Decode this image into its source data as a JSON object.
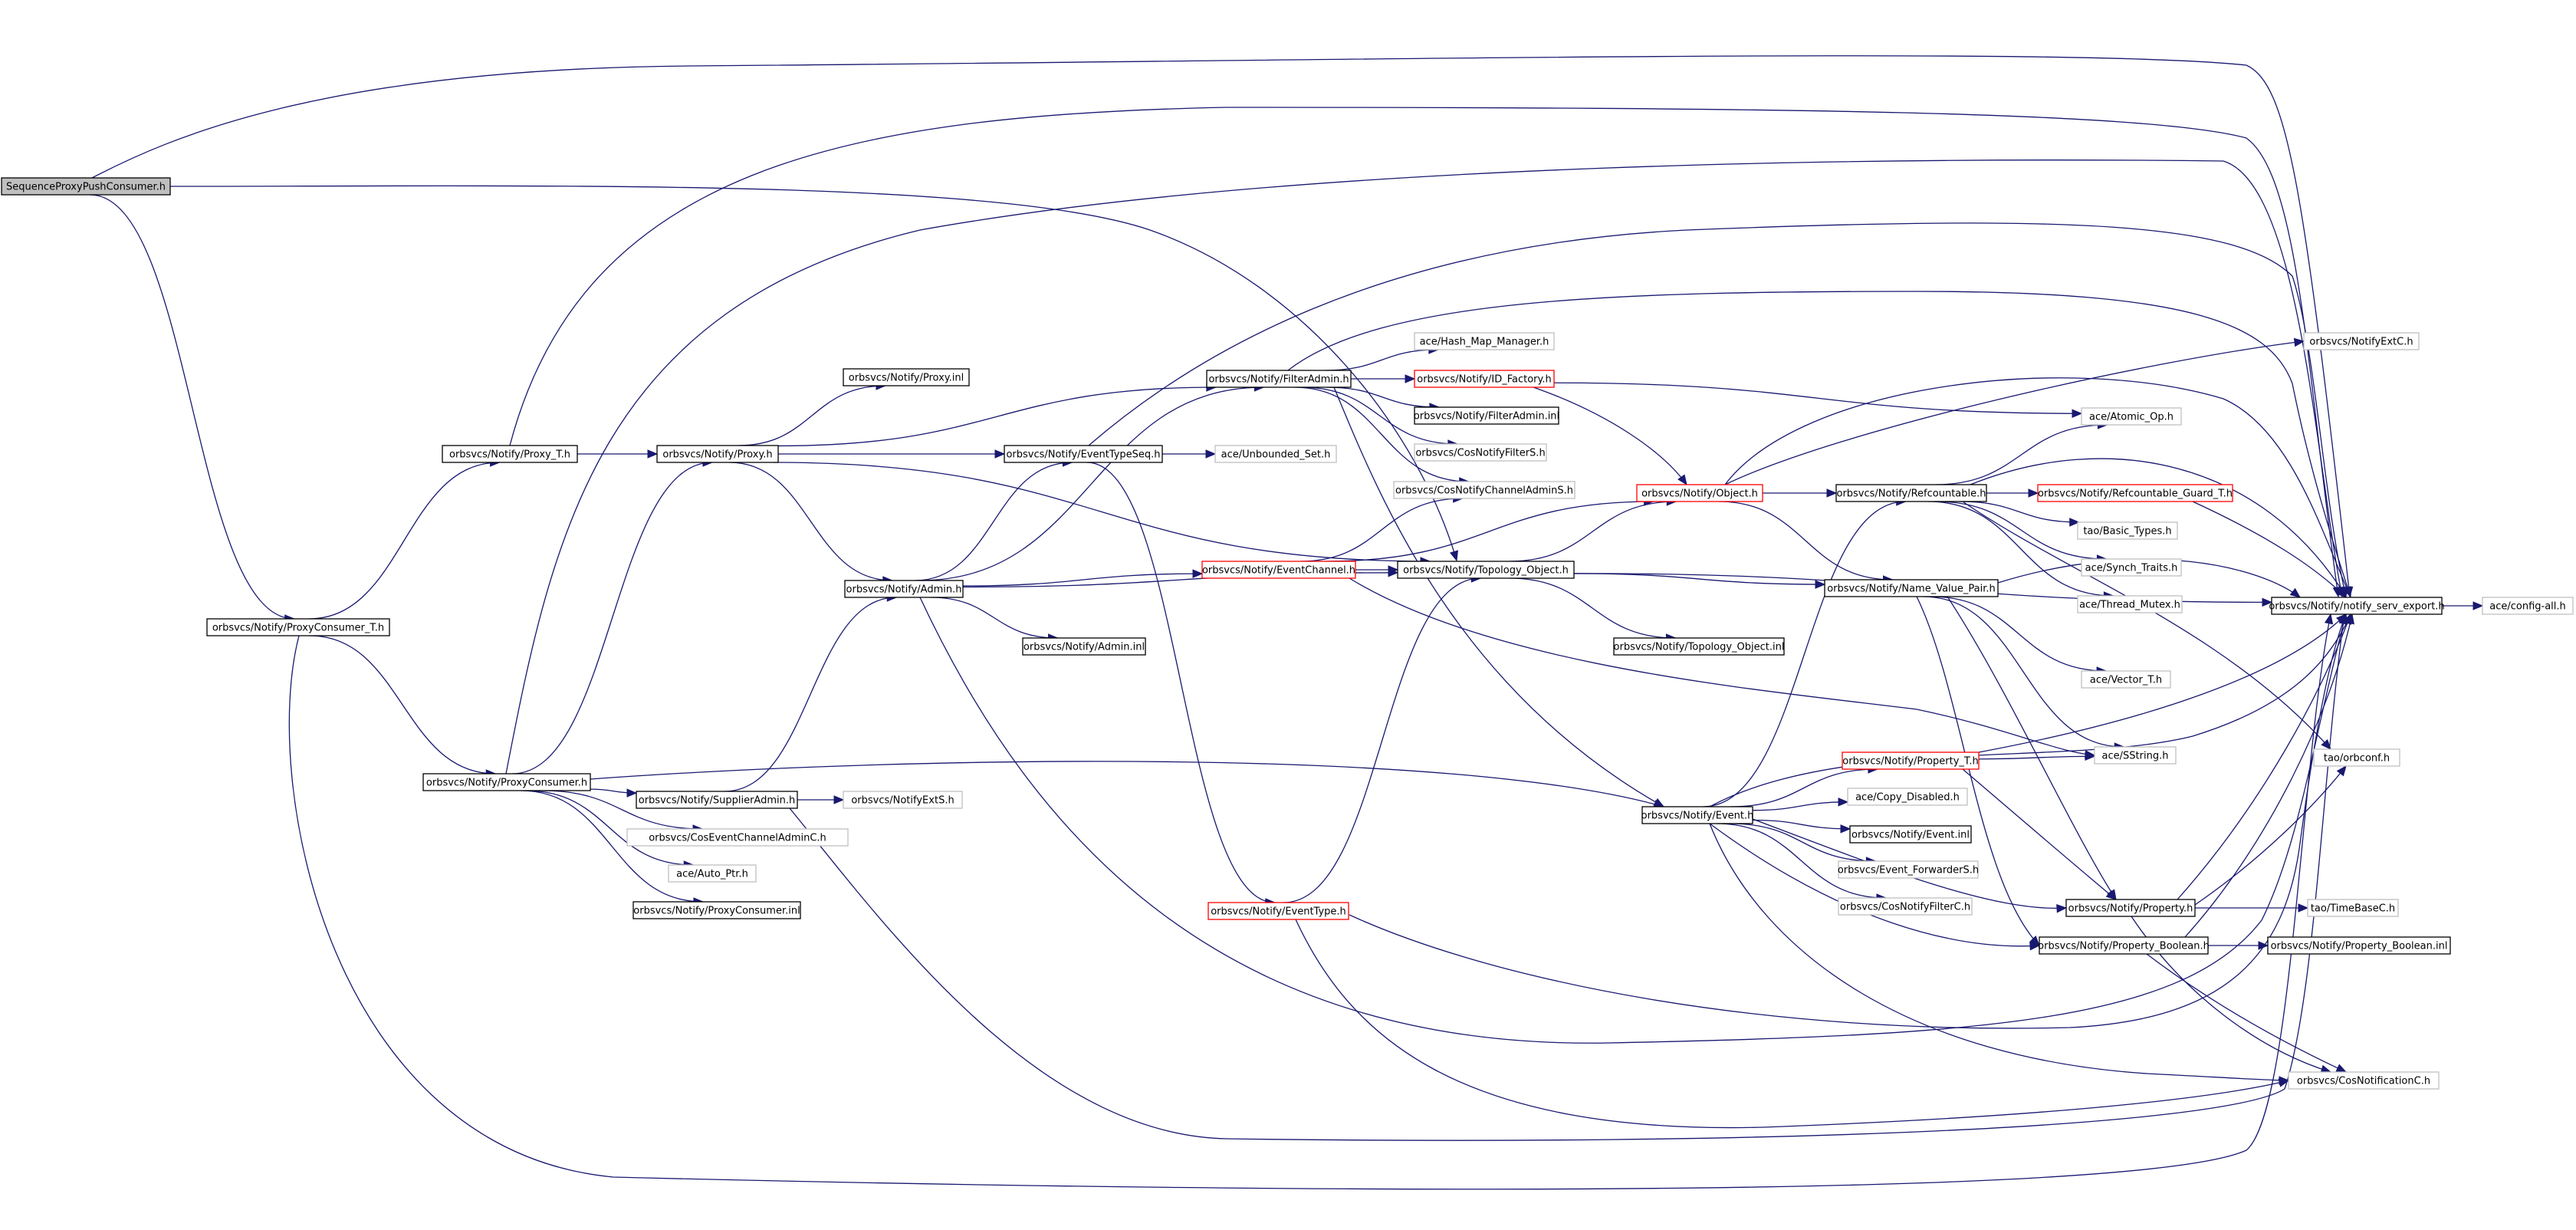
{
  "diagram": {
    "type": "include-dependency-graph",
    "colors": {
      "edge": "#191970",
      "border_documented": "#000000",
      "border_truncated": "#ff0000",
      "border_external": "#bfbfbf",
      "root_fill": "#bfbfbf",
      "fill": "#ffffff"
    },
    "nodes": [
      {
        "id": "root",
        "label": "SequenceProxyPushConsumer.h",
        "style": "root"
      },
      {
        "id": "proxyConsumerT",
        "label": "orbsvcs/Notify/ProxyConsumer_T.h",
        "style": "normal"
      },
      {
        "id": "proxyT",
        "label": "orbsvcs/Notify/Proxy_T.h",
        "style": "normal"
      },
      {
        "id": "proxyConsumer",
        "label": "orbsvcs/Notify/ProxyConsumer.h",
        "style": "normal"
      },
      {
        "id": "proxy",
        "label": "orbsvcs/Notify/Proxy.h",
        "style": "normal"
      },
      {
        "id": "proxyInl",
        "label": "orbsvcs/Notify/Proxy.inl",
        "style": "normal"
      },
      {
        "id": "supplierAdmin",
        "label": "orbsvcs/Notify/SupplierAdmin.h",
        "style": "normal"
      },
      {
        "id": "cosEventChannelAdminC",
        "label": "orbsvcs/CosEventChannelAdminC.h",
        "style": "external"
      },
      {
        "id": "autoPtr",
        "label": "ace/Auto_Ptr.h",
        "style": "external"
      },
      {
        "id": "proxyConsumerInl",
        "label": "orbsvcs/Notify/ProxyConsumer.inl",
        "style": "normal"
      },
      {
        "id": "notifyExtS",
        "label": "orbsvcs/NotifyExtS.h",
        "style": "external"
      },
      {
        "id": "admin",
        "label": "orbsvcs/Notify/Admin.h",
        "style": "normal"
      },
      {
        "id": "eventTypeSeq",
        "label": "orbsvcs/Notify/EventTypeSeq.h",
        "style": "normal"
      },
      {
        "id": "filterAdmin",
        "label": "orbsvcs/Notify/FilterAdmin.h",
        "style": "normal"
      },
      {
        "id": "adminInl",
        "label": "orbsvcs/Notify/Admin.inl",
        "style": "normal"
      },
      {
        "id": "eventChannel",
        "label": "orbsvcs/Notify/EventChannel.h",
        "style": "truncated"
      },
      {
        "id": "unboundedSet",
        "label": "ace/Unbounded_Set.h",
        "style": "external"
      },
      {
        "id": "eventType",
        "label": "orbsvcs/Notify/EventType.h",
        "style": "truncated"
      },
      {
        "id": "hashMapManager",
        "label": "ace/Hash_Map_Manager.h",
        "style": "external"
      },
      {
        "id": "idFactory",
        "label": "orbsvcs/Notify/ID_Factory.h",
        "style": "truncated"
      },
      {
        "id": "filterAdminInl",
        "label": "orbsvcs/Notify/FilterAdmin.inl",
        "style": "normal"
      },
      {
        "id": "cosNotifyFilterS",
        "label": "orbsvcs/CosNotifyFilterS.h",
        "style": "external"
      },
      {
        "id": "cosNotifyChannelAdminS",
        "label": "orbsvcs/CosNotifyChannelAdminS.h",
        "style": "external"
      },
      {
        "id": "topologyObject",
        "label": "orbsvcs/Notify/Topology_Object.h",
        "style": "normal"
      },
      {
        "id": "topologyObjectInl",
        "label": "orbsvcs/Notify/Topology_Object.inl",
        "style": "normal"
      },
      {
        "id": "object",
        "label": "orbsvcs/Notify/Object.h",
        "style": "truncated"
      },
      {
        "id": "refcountable",
        "label": "orbsvcs/Notify/Refcountable.h",
        "style": "normal"
      },
      {
        "id": "nameValuePair",
        "label": "orbsvcs/Notify/Name_Value_Pair.h",
        "style": "normal"
      },
      {
        "id": "event",
        "label": "orbsvcs/Notify/Event.h",
        "style": "normal"
      },
      {
        "id": "propertyT",
        "label": "orbsvcs/Notify/Property_T.h",
        "style": "truncated"
      },
      {
        "id": "copyDisabled",
        "label": "ace/Copy_Disabled.h",
        "style": "external"
      },
      {
        "id": "eventInl",
        "label": "orbsvcs/Notify/Event.inl",
        "style": "normal"
      },
      {
        "id": "eventForwarderS",
        "label": "orbsvcs/Event_ForwarderS.h",
        "style": "external"
      },
      {
        "id": "cosNotifyFilterC",
        "label": "orbsvcs/CosNotifyFilterC.h",
        "style": "external"
      },
      {
        "id": "property",
        "label": "orbsvcs/Notify/Property.h",
        "style": "normal"
      },
      {
        "id": "propertyBoolean",
        "label": "orbsvcs/Notify/Property_Boolean.h",
        "style": "normal"
      },
      {
        "id": "propertyBooleanInl",
        "label": "orbsvcs/Notify/Property_Boolean.inl",
        "style": "normal"
      },
      {
        "id": "refcountableGuardT",
        "label": "orbsvcs/Notify/Refcountable_Guard_T.h",
        "style": "truncated"
      },
      {
        "id": "atomicOp",
        "label": "ace/Atomic_Op.h",
        "style": "external"
      },
      {
        "id": "basicTypes",
        "label": "tao/Basic_Types.h",
        "style": "external"
      },
      {
        "id": "synchTraits",
        "label": "ace/Synch_Traits.h",
        "style": "external"
      },
      {
        "id": "threadMutex",
        "label": "ace/Thread_Mutex.h",
        "style": "external"
      },
      {
        "id": "vectorT",
        "label": "ace/Vector_T.h",
        "style": "external"
      },
      {
        "id": "sstring",
        "label": "ace/SString.h",
        "style": "external"
      },
      {
        "id": "notifyExtC",
        "label": "orbsvcs/NotifyExtC.h",
        "style": "external"
      },
      {
        "id": "servExport",
        "label": "orbsvcs/Notify/notify_serv_export.h",
        "style": "normal"
      },
      {
        "id": "configAll",
        "label": "ace/config-all.h",
        "style": "external"
      },
      {
        "id": "orbconf",
        "label": "tao/orbconf.h",
        "style": "external"
      },
      {
        "id": "timeBaseC",
        "label": "tao/TimeBaseC.h",
        "style": "external"
      },
      {
        "id": "cosNotificationC",
        "label": "orbsvcs/CosNotificationC.h",
        "style": "external"
      }
    ],
    "edges": [
      [
        "root",
        "proxyConsumerT"
      ],
      [
        "root",
        "servExport"
      ],
      [
        "root",
        "topologyObject"
      ],
      [
        "proxyConsumerT",
        "proxyT"
      ],
      [
        "proxyConsumerT",
        "proxyConsumer"
      ],
      [
        "proxyConsumerT",
        "servExport"
      ],
      [
        "proxyT",
        "proxy"
      ],
      [
        "proxyT",
        "servExport"
      ],
      [
        "proxy",
        "proxyInl"
      ],
      [
        "proxy",
        "filterAdmin"
      ],
      [
        "proxy",
        "eventTypeSeq"
      ],
      [
        "proxy",
        "admin"
      ],
      [
        "proxy",
        "topologyObject"
      ],
      [
        "proxyConsumer",
        "proxy"
      ],
      [
        "proxyConsumer",
        "supplierAdmin"
      ],
      [
        "proxyConsumer",
        "cosEventChannelAdminC"
      ],
      [
        "proxyConsumer",
        "autoPtr"
      ],
      [
        "proxyConsumer",
        "proxyConsumerInl"
      ],
      [
        "proxyConsumer",
        "event"
      ],
      [
        "proxyConsumer",
        "servExport"
      ],
      [
        "supplierAdmin",
        "admin"
      ],
      [
        "supplierAdmin",
        "notifyExtS"
      ],
      [
        "supplierAdmin",
        "servExport"
      ],
      [
        "admin",
        "eventTypeSeq"
      ],
      [
        "admin",
        "filterAdmin"
      ],
      [
        "admin",
        "eventChannel"
      ],
      [
        "admin",
        "adminInl"
      ],
      [
        "admin",
        "topologyObject"
      ],
      [
        "admin",
        "servExport"
      ],
      [
        "eventTypeSeq",
        "unboundedSet"
      ],
      [
        "eventTypeSeq",
        "eventType"
      ],
      [
        "eventTypeSeq",
        "servExport"
      ],
      [
        "filterAdmin",
        "hashMapManager"
      ],
      [
        "filterAdmin",
        "idFactory"
      ],
      [
        "filterAdmin",
        "filterAdminInl"
      ],
      [
        "filterAdmin",
        "cosNotifyFilterS"
      ],
      [
        "filterAdmin",
        "cosNotifyChannelAdminS"
      ],
      [
        "filterAdmin",
        "event"
      ],
      [
        "filterAdmin",
        "servExport"
      ],
      [
        "eventChannel",
        "topologyObject"
      ],
      [
        "eventChannel",
        "cosNotifyChannelAdminS"
      ],
      [
        "eventChannel",
        "object"
      ],
      [
        "eventChannel",
        "sstring"
      ],
      [
        "eventType",
        "topologyObject"
      ],
      [
        "eventType",
        "cosNotificationC"
      ],
      [
        "eventType",
        "servExport"
      ],
      [
        "idFactory",
        "atomicOp"
      ],
      [
        "idFactory",
        "object"
      ],
      [
        "topologyObject",
        "object"
      ],
      [
        "topologyObject",
        "nameValuePair"
      ],
      [
        "topologyObject",
        "topologyObjectInl"
      ],
      [
        "topologyObject",
        "servExport"
      ],
      [
        "object",
        "refcountable"
      ],
      [
        "object",
        "nameValuePair"
      ],
      [
        "object",
        "notifyExtC"
      ],
      [
        "object",
        "servExport"
      ],
      [
        "refcountable",
        "refcountableGuardT"
      ],
      [
        "refcountable",
        "atomicOp"
      ],
      [
        "refcountable",
        "basicTypes"
      ],
      [
        "refcountable",
        "synchTraits"
      ],
      [
        "refcountable",
        "threadMutex"
      ],
      [
        "refcountable",
        "orbconf"
      ],
      [
        "refcountable",
        "servExport"
      ],
      [
        "nameValuePair",
        "property"
      ],
      [
        "nameValuePair",
        "propertyBoolean"
      ],
      [
        "nameValuePair",
        "vectorT"
      ],
      [
        "nameValuePair",
        "sstring"
      ],
      [
        "nameValuePair",
        "servExport"
      ],
      [
        "event",
        "refcountable"
      ],
      [
        "event",
        "propertyT"
      ],
      [
        "event",
        "copyDisabled"
      ],
      [
        "event",
        "eventInl"
      ],
      [
        "event",
        "eventForwarderS"
      ],
      [
        "event",
        "cosNotifyFilterC"
      ],
      [
        "event",
        "property"
      ],
      [
        "event",
        "propertyBoolean"
      ],
      [
        "event",
        "cosNotificationC"
      ],
      [
        "event",
        "servExport"
      ],
      [
        "propertyT",
        "sstring"
      ],
      [
        "propertyT",
        "property"
      ],
      [
        "propertyT",
        "servExport"
      ],
      [
        "property",
        "timeBaseC"
      ],
      [
        "property",
        "orbconf"
      ],
      [
        "property",
        "cosNotificationC"
      ],
      [
        "property",
        "servExport"
      ],
      [
        "propertyBoolean",
        "propertyBooleanInl"
      ],
      [
        "propertyBoolean",
        "cosNotificationC"
      ],
      [
        "propertyBoolean",
        "servExport"
      ],
      [
        "refcountableGuardT",
        "servExport"
      ],
      [
        "servExport",
        "configAll"
      ]
    ]
  }
}
